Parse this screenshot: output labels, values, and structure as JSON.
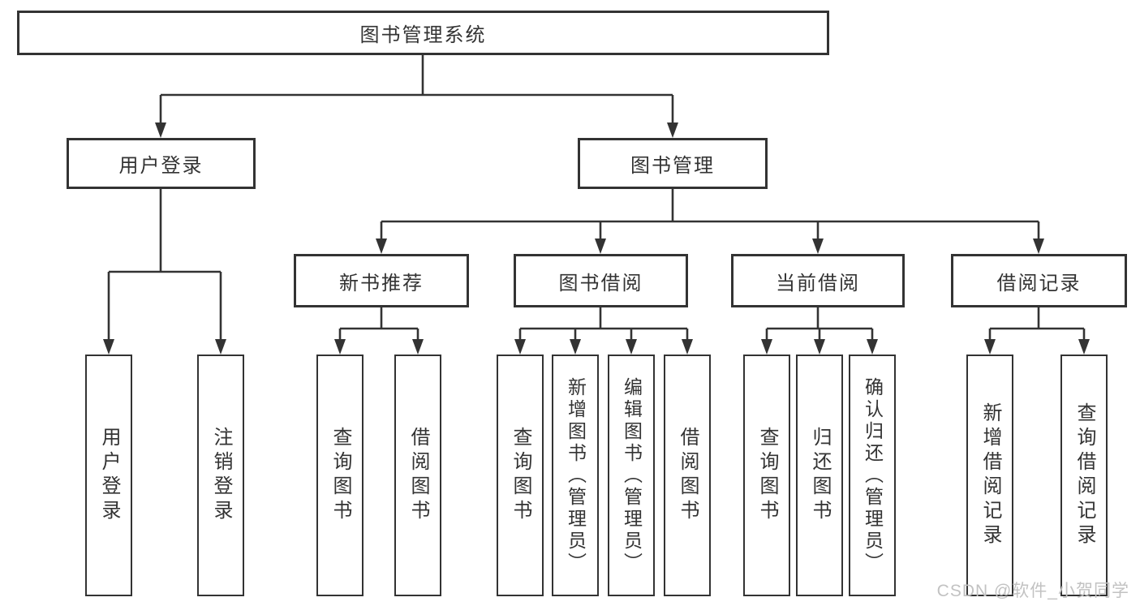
{
  "nodes": {
    "root": {
      "label": "图书管理系统"
    },
    "l2": [
      {
        "label": "用户登录"
      },
      {
        "label": "图书管理"
      }
    ],
    "l3": [
      {
        "label": "新书推荐"
      },
      {
        "label": "图书借阅"
      },
      {
        "label": "当前借阅"
      },
      {
        "label": "借阅记录"
      }
    ],
    "l4": {
      "user_login": [
        {
          "label": "用户登录"
        },
        {
          "label": "注销登录"
        }
      ],
      "new_book": [
        {
          "label": "查询图书"
        },
        {
          "label": "借阅图书"
        }
      ],
      "book_borrow": [
        {
          "label": "查询图书"
        },
        {
          "label": "新增图书（管理员）"
        },
        {
          "label": "编辑图书（管理员）"
        },
        {
          "label": "借阅图书"
        }
      ],
      "current_borrow": [
        {
          "label": "查询图书"
        },
        {
          "label": "归还图书"
        },
        {
          "label": "确认归还（管理员）"
        }
      ],
      "borrow_record": [
        {
          "label": "新增借阅记录"
        },
        {
          "label": "查询借阅记录"
        }
      ]
    }
  },
  "watermark": {
    "text": "CSDN @软件_小贺同学"
  },
  "colors": {
    "line": "#333333",
    "text": "#333333",
    "background": "#ffffff",
    "watermark": "#c2c2c2"
  }
}
